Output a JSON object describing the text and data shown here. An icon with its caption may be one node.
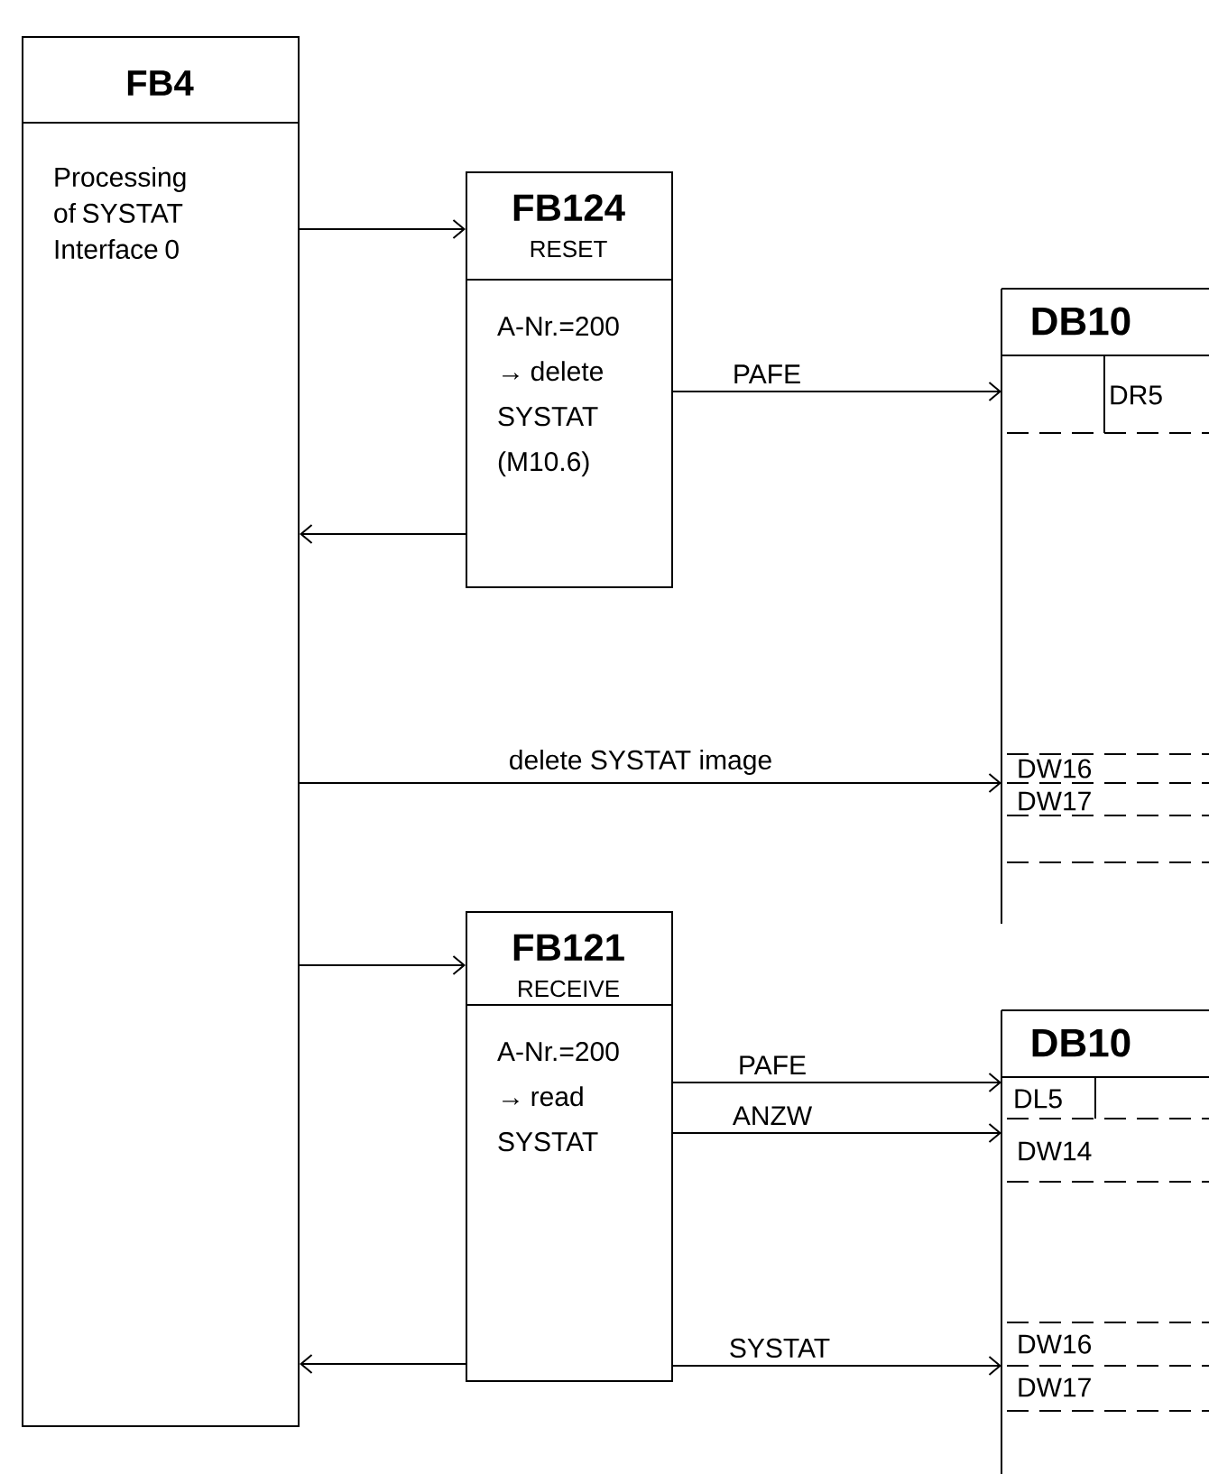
{
  "diagram": {
    "nodes": [
      {
        "text": [
          "FB4",
          "Processing of SYSTAT Interface 0"
        ]
      },
      {
        "text": [
          "FB124",
          "RESET",
          "A-Nr.=200 → delete SYSTAT (M10.6)"
        ]
      },
      {
        "text": [
          "DB10"
        ]
      },
      {
        "text": [
          "DR5"
        ],
        "in": 2
      },
      {
        "text": [
          "DW16"
        ],
        "in": 2
      },
      {
        "text": [
          "DW17"
        ],
        "in": 2
      },
      {
        "text": [
          "FB121",
          "RECEIVE",
          "A-Nr.=200 → read SYSTAT"
        ]
      },
      {
        "text": [
          "DB10"
        ]
      },
      {
        "text": [
          "DL5"
        ],
        "in": 7
      },
      {
        "text": [
          "DW14"
        ],
        "in": 7
      },
      {
        "text": [
          "DW16"
        ],
        "in": 7
      },
      {
        "text": [
          "DW17"
        ],
        "in": 7
      }
    ],
    "edges": [
      {
        "from": 0,
        "to": 1,
        "arrow": "to"
      },
      {
        "from": 1,
        "to": 0,
        "arrow": "to"
      },
      {
        "from": 1,
        "to": 2,
        "arrow": "to",
        "label": "PAFE"
      },
      {
        "from": 0,
        "to": 2,
        "arrow": "to",
        "label": "delete SYSTAT image"
      },
      {
        "from": 0,
        "to": 6,
        "arrow": "to"
      },
      {
        "from": 6,
        "to": 8,
        "arrow": "to",
        "label": "PAFE"
      },
      {
        "from": 6,
        "to": 9,
        "arrow": "to",
        "label": "ANZW"
      },
      {
        "from": 6,
        "to": 7,
        "arrow": "to",
        "label": "SYSTAT"
      },
      {
        "from": 6,
        "to": 0,
        "arrow": "to"
      }
    ]
  }
}
